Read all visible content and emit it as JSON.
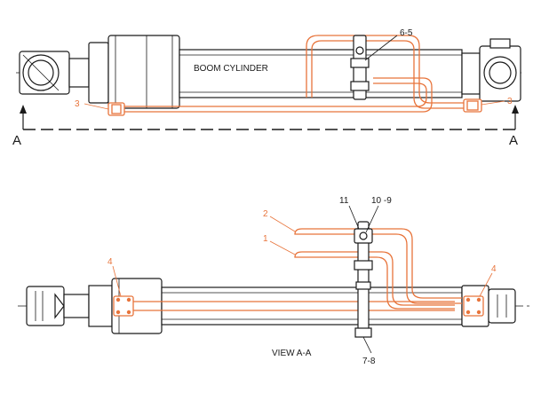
{
  "title": "BOOM CYLINDER",
  "view_label": "VIEW A-A",
  "section_marks": {
    "left": "A",
    "right": "A"
  },
  "callouts": {
    "top_clamp": "6-5",
    "top_left_clamp": "3",
    "top_right_clamp": "3",
    "view_hose_upper": "2",
    "view_hose_lower": "1",
    "view_bracket": "11",
    "view_bolt": "10 -9",
    "view_left_flange": "4",
    "view_right_flange": "4",
    "view_strap": "7-8"
  },
  "colors": {
    "line": "#1a1a1a",
    "hose": "#e8743b",
    "background": "#ffffff"
  }
}
